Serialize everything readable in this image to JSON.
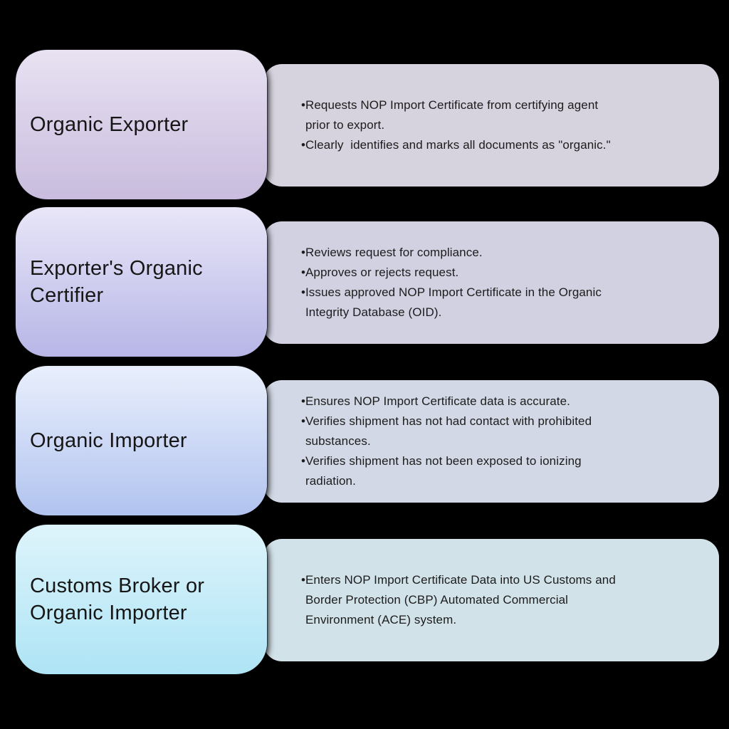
{
  "page": {
    "background_color": "#000000",
    "text_color_title": "#161616",
    "text_color_bullet": "#1c1c1c",
    "bullet_glyph": "•"
  },
  "rows": [
    {
      "title": "Organic Exporter",
      "box_gradient_top": "#e8e2f2",
      "box_gradient_bottom": "#c9bcde",
      "panel_color": "#d6d2de",
      "bullets": [
        "Requests NOP Import Certificate from certifying agent\nprior to export.",
        "Clearly  identifies and marks all documents as \"organic.\""
      ]
    },
    {
      "title": "Exporter's Organic\nCertifier",
      "box_gradient_top": "#e8e6f7",
      "box_gradient_bottom": "#b7b6e7",
      "panel_color": "#d2d1e2",
      "bullets": [
        "Reviews request for compliance.",
        "Approves or rejects request.",
        "Issues approved NOP Import Certificate in the Organic\nIntegrity Database (OID)."
      ]
    },
    {
      "title": "Organic Importer",
      "box_gradient_top": "#e9effc",
      "box_gradient_bottom": "#b1c3ef",
      "panel_color": "#d2d8e5",
      "bullets": [
        "Ensures NOP Import Certificate data is accurate.",
        "Verifies shipment has not had contact with prohibited\nsubstances.",
        "Verifies shipment has not been exposed to ionizing\nradiation."
      ]
    },
    {
      "title": "Customs Broker or\nOrganic Importer",
      "box_gradient_top": "#def4fb",
      "box_gradient_bottom": "#aee4f5",
      "panel_color": "#d2e2e9",
      "bullets": [
        "Enters NOP Import Certificate Data into US Customs and\nBorder Protection (CBP) Automated Commercial\nEnvironment (ACE) system."
      ]
    }
  ]
}
